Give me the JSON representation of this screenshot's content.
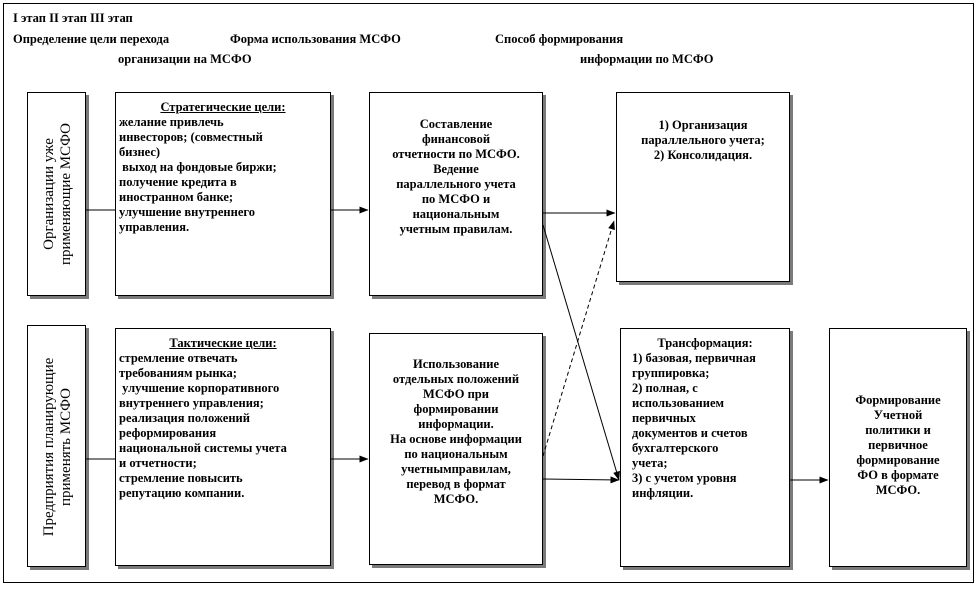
{
  "header": {
    "stages": "I этап II этап III этап",
    "col1_line1": "Определение цели перехода",
    "col1_line2": "организации на МСФО",
    "col2_line1": "Форма использования  МСФО",
    "col3_line1": "Способ формирования",
    "col3_line2": "информации по МСФО"
  },
  "row1": {
    "side_label": [
      "Организации уже",
      "применяющие МСФО"
    ],
    "goals_title": "Стратегические цели:",
    "goals_lines": [
      "желание привлечь",
      "инвесторов; (совместный",
      "бизнес)",
      " выход на фондовые биржи;",
      "получение кредита в",
      "иностранном банке;",
      "улучшение внутреннего",
      "управления."
    ],
    "form_lines": [
      "Составление",
      "финансовой",
      "отчетности по МСФО.",
      "Ведение",
      "параллельного учета",
      "по МСФО  и",
      "национальным",
      "учетным правилам."
    ],
    "method_lines": [
      "1) Организация",
      "параллельного учета;",
      "2) Консолидация."
    ]
  },
  "row2": {
    "side_label": [
      "Предприятия планирующие",
      "применять МСФО"
    ],
    "goals_title": "Тактические цели:",
    "goals_lines": [
      "стремление отвечать",
      "требованиям рынка;",
      " улучшение корпоративного",
      "внутреннего управления;",
      "реализация положений",
      "реформирования",
      "национальной системы учета",
      "и отчетности;",
      "стремление повысить",
      "репутацию компании."
    ],
    "form_lines": [
      "Использование",
      "отдельных положений",
      "МСФО при",
      "формировании",
      "информации.",
      "На основе информации",
      "по национальным",
      "учетнымправилам,",
      "перевод в формат",
      "МСФО."
    ],
    "method_title": "Трансформация:",
    "method_lines": [
      "1) базовая, первичная",
      "группировка;",
      "2) полная, с",
      "использованием",
      "первичных",
      "документов и счетов",
      "бухгалтерского",
      "учета;",
      "3) с учетом уровня",
      "инфляции."
    ],
    "result_lines": [
      "Формирование",
      "Учетной",
      "политики и",
      "первичное",
      "формирование",
      "ФО в формате",
      "МСФО."
    ]
  }
}
